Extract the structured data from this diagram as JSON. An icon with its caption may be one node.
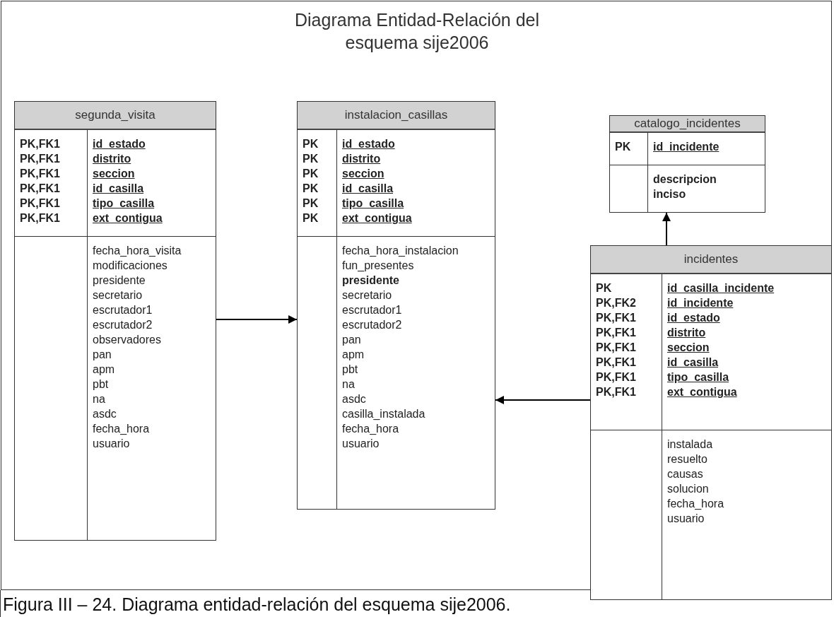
{
  "diagram": {
    "title": "Diagrama Entidad-Relación del esquema sije2006",
    "caption": "Figura III – 24. Diagrama entidad-relación del esquema sije2006.",
    "nodes": [
      {
        "text": [
          "segunda_visita",
          "PK,FK1 PK,FK1 PK,FK1 PK,FK1 PK,FK1 PK,FK1",
          "id_estado distrito seccion id_casilla tipo_casilla ext_contigua",
          "fecha_hora_visita modificaciones presidente secretario escrutador1 escrutador2 observadores pan apm pbt na asdc fecha_hora usuario"
        ]
      },
      {
        "text": [
          "instalacion_casillas",
          "PK PK PK PK PK PK",
          "id_estado distrito seccion id_casilla tipo_casilla ext_contigua",
          "fecha_hora_instalacion fun_presentes **presidente** secretario escrutador1 escrutador2 pan apm pbt na asdc casilla_instalada fecha_hora usuario"
        ]
      },
      {
        "text": [
          "catalogo_incidentes",
          "PK",
          "id_incidente",
          "descripcion inciso"
        ]
      },
      {
        "text": [
          "incidentes",
          "PK PK,FK2 PK,FK1 PK,FK1 PK,FK1 PK,FK1 PK,FK1 PK,FK1",
          "id_casilla_incidente id_incidente id_estado distrito seccion id_casilla tipo_casilla ext_contigua",
          "instalada resuelto causas solucion fecha_hora usuario"
        ]
      }
    ],
    "edges": [
      {
        "from": 0,
        "to": 1,
        "arrow": "to"
      },
      {
        "from": 3,
        "to": 1,
        "arrow": "to"
      },
      {
        "from": 3,
        "to": 2,
        "arrow": "to"
      }
    ]
  }
}
